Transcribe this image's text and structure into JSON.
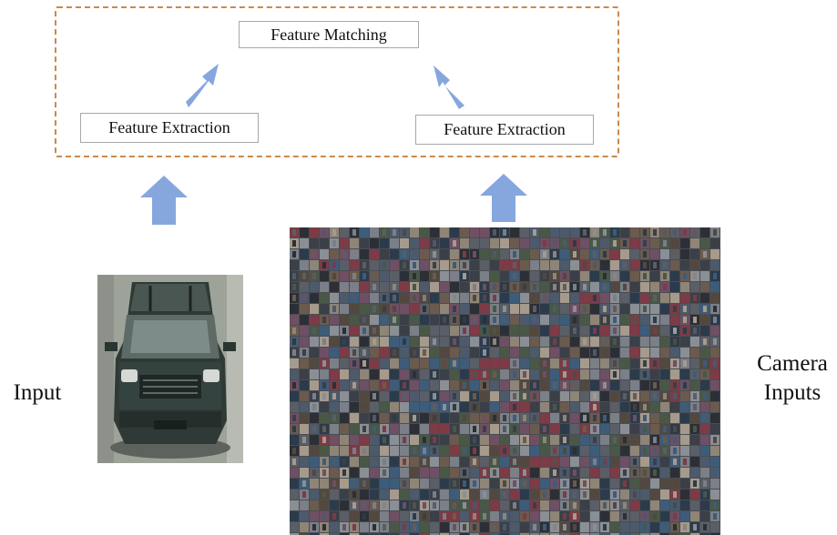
{
  "pipeline": {
    "matching_label": "Feature Matching",
    "extraction_left_label": "Feature Extraction",
    "extraction_right_label": "Feature Extraction"
  },
  "side_labels": {
    "input": "Input",
    "camera_line1": "Camera",
    "camera_line2": "Inputs"
  },
  "colors": {
    "dashed_border": "#c98a4a",
    "arrow_fill": "#86a6de",
    "box_border": "#a8a8a8"
  },
  "icons": {
    "query_image": "suv-photo",
    "gallery_image": "vehicle-thumbnail-grid"
  }
}
